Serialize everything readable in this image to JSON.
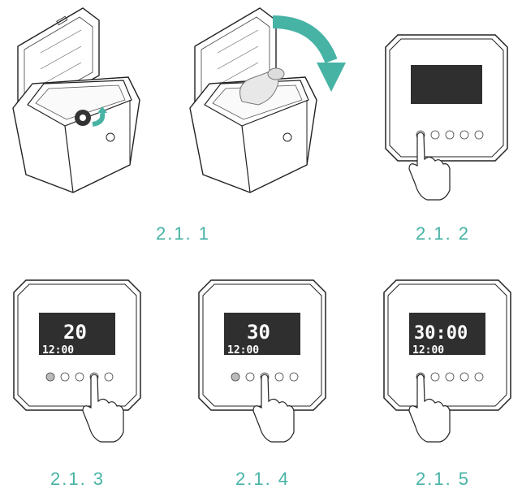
{
  "steps": [
    {
      "label": "2.1. 1"
    },
    {
      "label": "2.1. 2"
    },
    {
      "label": "2.1. 3",
      "display_main": "20",
      "display_clock": "12:00"
    },
    {
      "label": "2.1. 4",
      "display_main": "30",
      "display_clock": "12:00"
    },
    {
      "label": "2.1. 5",
      "display_main": "30:00",
      "display_clock": "12:00"
    }
  ],
  "colors": {
    "accent": "#47b3a5",
    "line": "#222222",
    "lcd": "#2f2f2f"
  }
}
